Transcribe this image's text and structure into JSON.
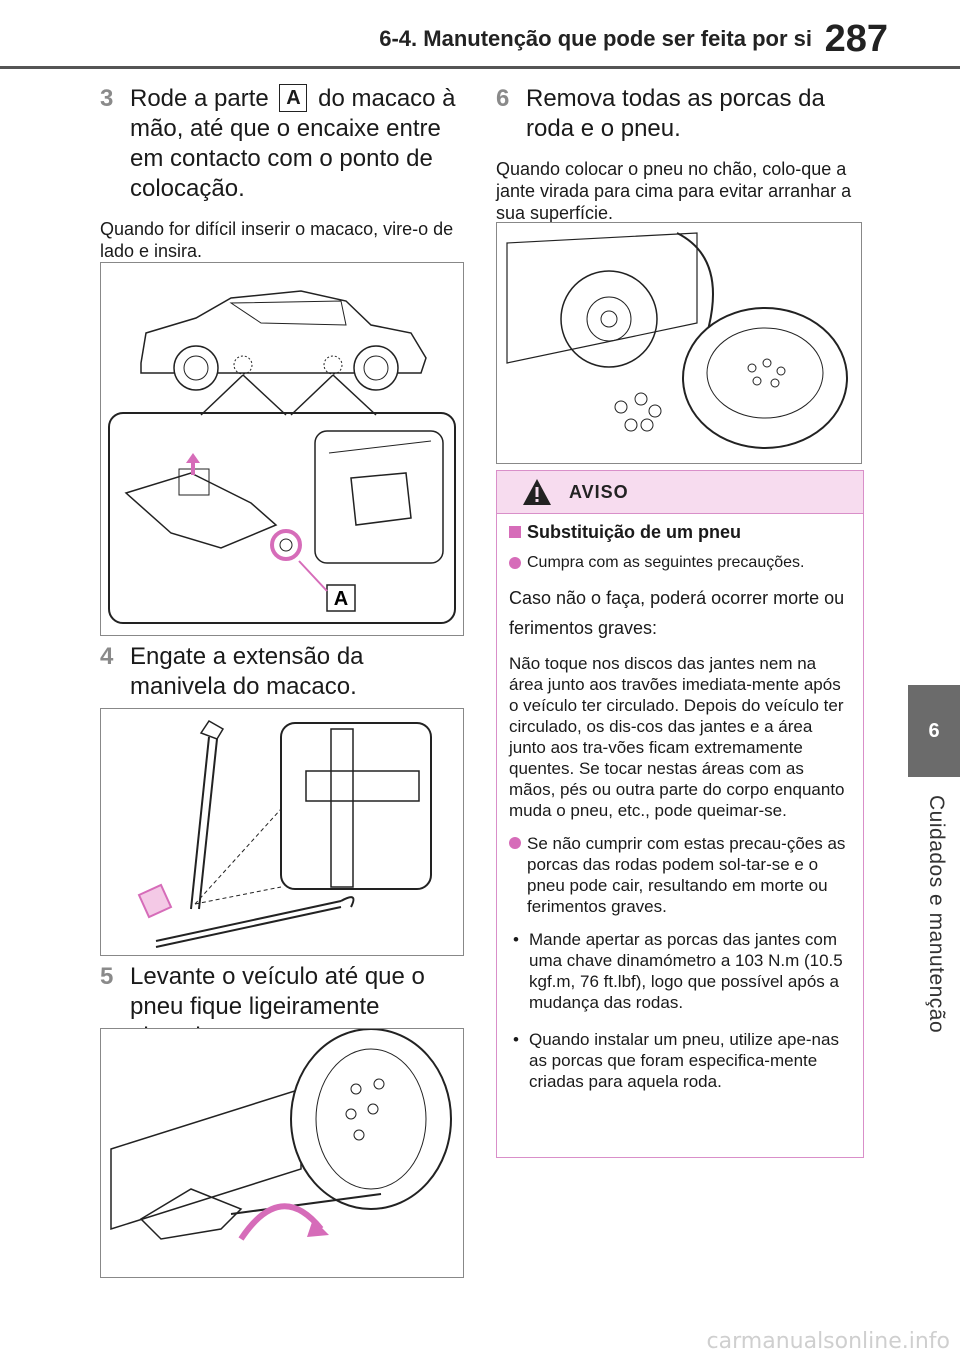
{
  "header": {
    "title": "6-4. Manutenção que pode ser feita por si",
    "page_number": "287"
  },
  "side_tab": {
    "number": "6",
    "label": "Cuidados e manutenção"
  },
  "left": {
    "step3": {
      "num": "3",
      "text_before": "Rode a parte",
      "marker": "A",
      "text_after": "do macaco à mão, até que o encaixe entre em contacto com o ponto de colocação.",
      "note": "Quando for difícil inserir o macaco, vire-o de lado e insira.",
      "figure_label": "A"
    },
    "step4": {
      "num": "4",
      "text": "Engate a extensão da manivela do macaco."
    },
    "step5": {
      "num": "5",
      "text": "Levante o veículo até que o pneu fique ligeiramente elevado."
    }
  },
  "right": {
    "step6": {
      "num": "6",
      "text": "Remova todas as porcas da roda e o pneu.",
      "note": "Quando colocar o pneu no chão, colo-que a jante virada para cima para evitar arranhar a sua superfície."
    },
    "warning": {
      "title": "AVISO",
      "section": "Substituição de um pneu",
      "bullet1": "Cumpra com as seguintes precauções.",
      "para1": "Caso não o faça, poderá ocorrer morte ou ferimentos graves:",
      "para2": "Não toque nos discos das jantes nem na área junto aos travões imediata-mente após o veículo ter circulado. Depois do veículo ter circulado, os dis-cos das jantes e a área junto aos tra-vões ficam extremamente quentes. Se tocar nestas áreas com as mãos, pés ou outra parte do corpo enquanto muda o pneu, etc., pode queimar-se.",
      "bullet2": "Se não cumprir com estas precau-ções as porcas das rodas podem sol-tar-se e o pneu pode cair, resultando em morte ou ferimentos graves.",
      "sub1": "Mande apertar as porcas das jantes com uma chave dinamómetro a 103 N.m (10.5 kgf.m, 76 ft.lbf), logo que possível após a mudança das rodas.",
      "sub2": "Quando instalar um pneu, utilize ape-nas as porcas que foram especifica-mente criadas para aquela roda."
    }
  },
  "watermark": "carmanualsonline.info",
  "colors": {
    "accent_pink": "#d66cb9",
    "warning_bg": "#f7dcef",
    "tab_grey": "#6b6b6b"
  }
}
